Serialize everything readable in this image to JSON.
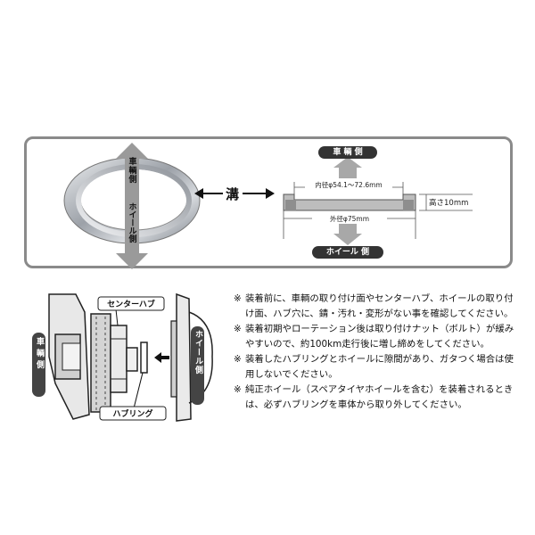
{
  "top": {
    "ring_label_top": "車輌側",
    "ring_label_bottom": "ホイール側",
    "groove_label": "溝",
    "section_top_label": "車 輌 側",
    "section_bottom_label": "ホイール 側",
    "inner_diameter": "内径φ54.1〜72.6mm",
    "outer_diameter": "外径φ75mm",
    "height": "高さ10mm"
  },
  "bottom": {
    "vehicle_side": "車輌側",
    "wheel_side": "ホイール側",
    "center_hub": "センターハブ",
    "hub_ring": "ハブリング"
  },
  "notes": [
    {
      "mark": "※",
      "text": "装着前に、車輌の取り付け面やセンターハブ、ホイールの取り付け面、ハブ穴に、錆・汚れ・変形がない事を確認してください。"
    },
    {
      "mark": "※",
      "text": "装着初期やローテーション後は取り付けナット（ボルト）が緩みやすいので、約100km走行後に増し締めをしてください。"
    },
    {
      "mark": "※",
      "text": "装着したハブリングとホイールに隙間があり、ガタつく場合は使用しないでください。"
    },
    {
      "mark": "※",
      "text": "純正ホイール（スペアタイヤホイールを含む）を装着されるときは、必ずハブリングを車体から取り外してください。"
    }
  ],
  "colors": {
    "panel_border": "#8a8a8a",
    "dark_label": "#333333",
    "ring_metal": "#b8bcc2"
  }
}
